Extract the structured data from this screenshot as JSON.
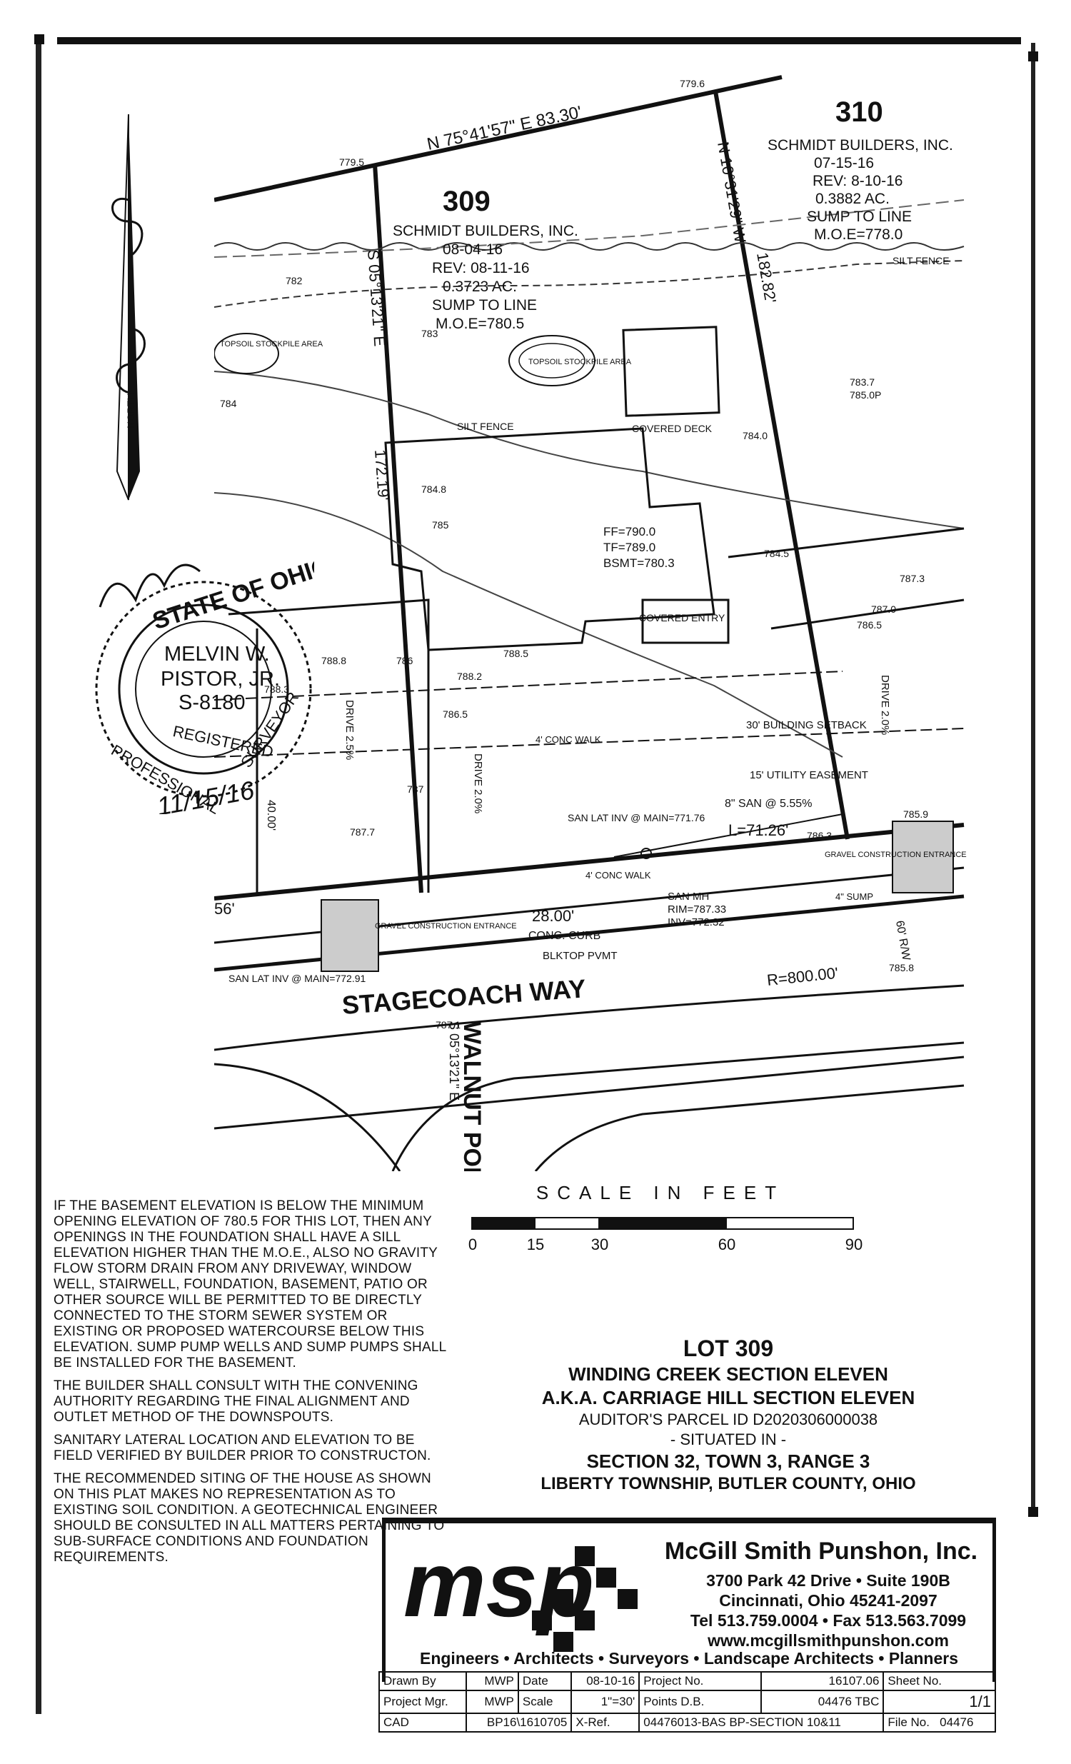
{
  "plat": {
    "lots": [
      {
        "number": "309",
        "owner": "SCHMIDT BUILDERS, INC.",
        "date": "08-04-16",
        "rev": "REV: 08-11-16",
        "area": "0.3723 AC.",
        "sump": "SUMP TO LINE",
        "moe": "M.O.E=780.5"
      },
      {
        "number": "310",
        "owner": "SCHMIDT BUILDERS, INC.",
        "date": "07-15-16",
        "rev": "REV: 8-10-16",
        "area": "0.3882 AC.",
        "sump": "SUMP TO LINE",
        "moe": "M.O.E=778.0"
      }
    ],
    "bearings": {
      "north_line": "N 75°41'57\" E   83.30'",
      "east_line": "N 10°31'29\" W",
      "east_len": "182.82'",
      "west_line": "S 05°13'21\" E",
      "west_len": "172.19'",
      "walnut_bearing": "S 05°13'21\" E"
    },
    "labels": {
      "north": "NORTH",
      "topsoil1": "TOPSOIL STOCKPILE AREA",
      "topsoil2": "TOPSOIL STOCKPILE AREA",
      "silt_fence": "SILT FENCE",
      "silt_fence2": "SILT FENCE",
      "covered_deck": "COVERED DECK",
      "covered_entry": "COVERED ENTRY",
      "ff": "FF=790.0",
      "tf": "TF=789.0",
      "bsmt": "BSMT=780.3",
      "drive1": "DRIVE 2.5%",
      "drive2": "DRIVE 2.0%",
      "drive3": "DRIVE 2.0%",
      "conc_walk": "4' CONC WALK",
      "conc_walk2": "4' CONC WALK",
      "setback": "30' BUILDING SETBACK",
      "utility": "15' UTILITY EASEMENT",
      "san_lat": "SAN LAT INV @ MAIN=771.76",
      "san_8": "8\" SAN @ 5.55%",
      "arc_l": "L=71.26'",
      "frontage": "28.00'",
      "left_dim": "40.00'",
      "front56": "56'",
      "conc_curb": "CONC. CURB",
      "blktop": "BLKTOP PVMT",
      "gravel_left": "GRAVEL CONSTRUCTION ENTRANCE",
      "gravel_right": "GRAVEL CONSTRUCTION ENTRANCE",
      "san_mh": "SAN MH",
      "rim": "RIM=787.33",
      "inv": "INV=772.32",
      "sump4": "4\" SUMP",
      "san_lat2": "SAN LAT INV @ MAIN=772.91",
      "street": "STAGECOACH WAY",
      "walnut": "WALNUT POINT WAY",
      "radius": "R=800.00'",
      "row": "60' R/W",
      "seal_state": "STATE OF OHIO",
      "seal_name1": "MELVIN W.",
      "seal_name2": "PISTOR, JR.",
      "seal_num": "S-8180",
      "seal_reg": "REGISTERED",
      "seal_prof": "PROFESSIONAL",
      "seal_surv": "SURVEYOR",
      "sig_date": "11/15/16"
    },
    "elevations": [
      "779.5",
      "779.6",
      "782",
      "783",
      "784",
      "784.8",
      "785",
      "786",
      "786.5",
      "787",
      "787.7",
      "788.2",
      "788.5",
      "788.8",
      "788.3",
      "784.0",
      "784.5",
      "785.9",
      "786.3",
      "786.5",
      "787.3",
      "787.0",
      "785.8",
      "787.1",
      "783.7",
      "785.0P"
    ]
  },
  "notes": [
    "If the basement elevation is below the minimum opening elevation of 780.5 for this lot, then any openings in the foundation shall have a sill elevation higher than the M.O.E., also no gravity flow storm drain from any driveway, window well, stairwell, foundation, basement, patio or other source will be permitted to be directly connected to the storm sewer system or existing or proposed watercourse below this elevation. Sump pump wells and sump pumps shall be installed for the basement.",
    "The builder shall consult with the convening authority regarding the final alignment and outlet method of the downspouts.",
    "Sanitary lateral location and elevation to be field verified by builder prior to constructon.",
    "The recommended siting of the house as shown on this plat makes no representation as to existing soil condition. A geotechnical engineer should be consulted in all matters pertaining to sub-surface conditions and foundation requirements."
  ],
  "scale": {
    "title": "SCALE IN FEET",
    "ticks": [
      "0",
      "15",
      "30",
      "60",
      "90"
    ]
  },
  "title_block": {
    "lot": "LOT 309",
    "sub1": "WINDING CREEK SECTION ELEVEN",
    "sub2": "A.K.A. CARRIAGE HILL SECTION ELEVEN",
    "parcel": "AUDITOR'S PARCEL ID D2020306000038",
    "situated": "- SITUATED IN -",
    "section": "SECTION 32, TOWN 3, RANGE 3",
    "township": "LIBERTY TOWNSHIP, BUTLER COUNTY, OHIO"
  },
  "firm": {
    "logo": "msp",
    "name": "McGill Smith Punshon, Inc.",
    "address1": "3700 Park 42 Drive • Suite 190B",
    "address2": "Cincinnati, Ohio 45241-2097",
    "phone": "Tel 513.759.0004 • Fax 513.563.7099",
    "web": "www.mcgillsmithpunshon.com",
    "services": "Engineers • Architects • Surveyors • Landscape Architects • Planners"
  },
  "sheet": {
    "drawn_by_label": "Drawn By",
    "drawn_by": "MWP",
    "date_label": "Date",
    "date": "08-10-16",
    "project_no_label": "Project No.",
    "project_no": "16107.06",
    "sheet_no_label": "Sheet No.",
    "sheet_no": "1/1",
    "mgr_label": "Project Mgr.",
    "mgr": "MWP",
    "scale_label": "Scale",
    "scale": "1\"=30'",
    "points_label": "Points D.B.",
    "points": "04476 TBC",
    "cad_label": "CAD",
    "cad": "BP16\\1610705",
    "xref_label": "X-Ref.",
    "xref": "04476013-BAS BP-SECTION 10&11",
    "file_label": "File No.",
    "file_no": "04476"
  },
  "colors": {
    "ink": "#111111",
    "paper": "#ffffff"
  }
}
